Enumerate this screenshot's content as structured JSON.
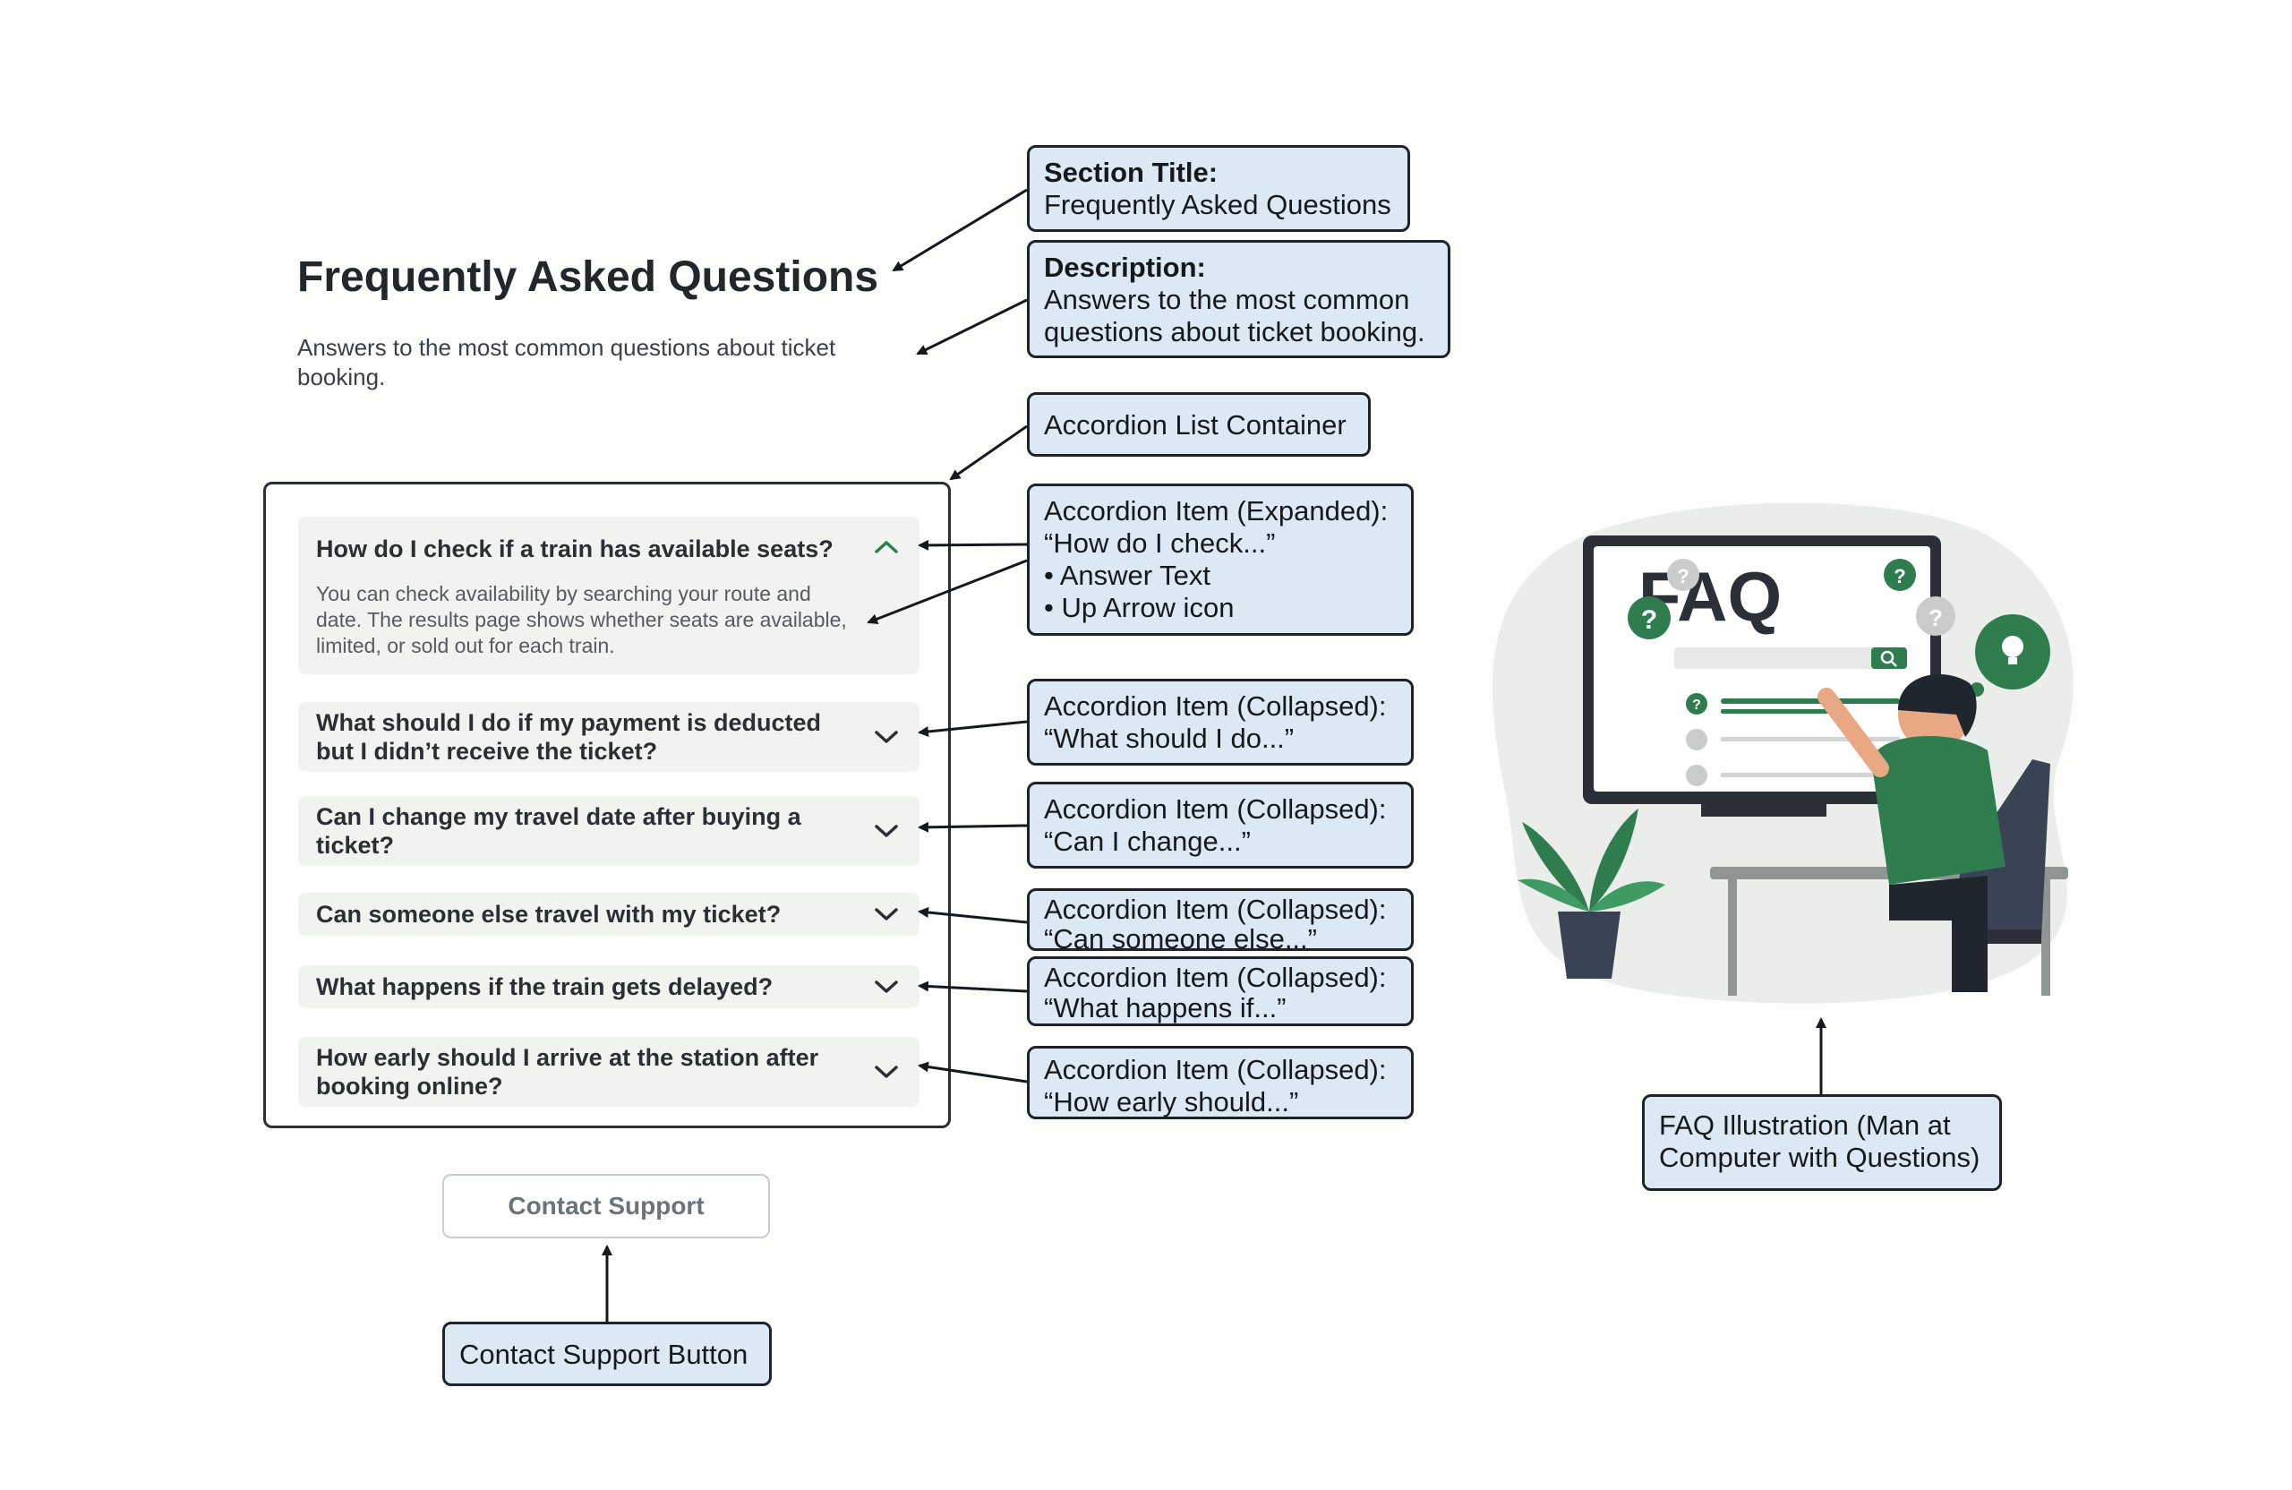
{
  "faq": {
    "title": "Frequently Asked Questions",
    "description": "Answers to the most common questions about ticket booking.",
    "items": [
      {
        "question": "How do I check if a train has available seats?",
        "answer": "You can check availability by searching your route and date. The results page shows whether seats are available, limited, or sold out for each train.",
        "expanded": true,
        "icon": "chevron-up-icon"
      },
      {
        "question": "What should I do if my payment is deducted but I didn’t receive the ticket?",
        "expanded": false,
        "icon": "chevron-down-icon"
      },
      {
        "question": "Can I change my travel date after buying a ticket?",
        "expanded": false,
        "icon": "chevron-down-icon"
      },
      {
        "question": "Can someone else travel with my ticket?",
        "expanded": false,
        "icon": "chevron-down-icon"
      },
      {
        "question": "What happens if the train gets delayed?",
        "expanded": false,
        "icon": "chevron-down-icon"
      },
      {
        "question": "How early should I arrive at the station after booking online?",
        "expanded": false,
        "icon": "chevron-down-icon"
      }
    ],
    "contact_label": "Contact Support"
  },
  "annotations": {
    "section_title": [
      "Section Title:",
      "Frequently Asked Questions"
    ],
    "description": [
      "Description:",
      "Answers to the most common",
      "questions about ticket booking."
    ],
    "accordion_container": [
      "Accordion List Container"
    ],
    "item_expanded": [
      "Accordion Item (Expanded):",
      "“How do I check...”",
      "• Answer Text",
      "• Up Arrow icon"
    ],
    "item_2": [
      "Accordion Item (Collapsed):",
      "“What should I do...”"
    ],
    "item_3": [
      "Accordion Item (Collapsed):",
      "“Can I change...”"
    ],
    "item_4": [
      "Accordion Item (Collapsed):",
      "“Can someone else...”"
    ],
    "item_5": [
      "Accordion Item (Collapsed):",
      "“What happens if...”"
    ],
    "item_6": [
      "Accordion Item (Collapsed):",
      "“How early should...”"
    ],
    "contact_button": [
      "Contact Support Button"
    ],
    "illustration": [
      "FAQ Illustration (Man at",
      "Computer with Questions)"
    ]
  },
  "illustration": {
    "screen_text": "FAQ",
    "icon": "faq-person-at-computer-icon"
  },
  "colors": {
    "note_fill": "#dce8f3",
    "accent_green": "#2f7d4f",
    "item_bg": "#f1f3f0"
  }
}
